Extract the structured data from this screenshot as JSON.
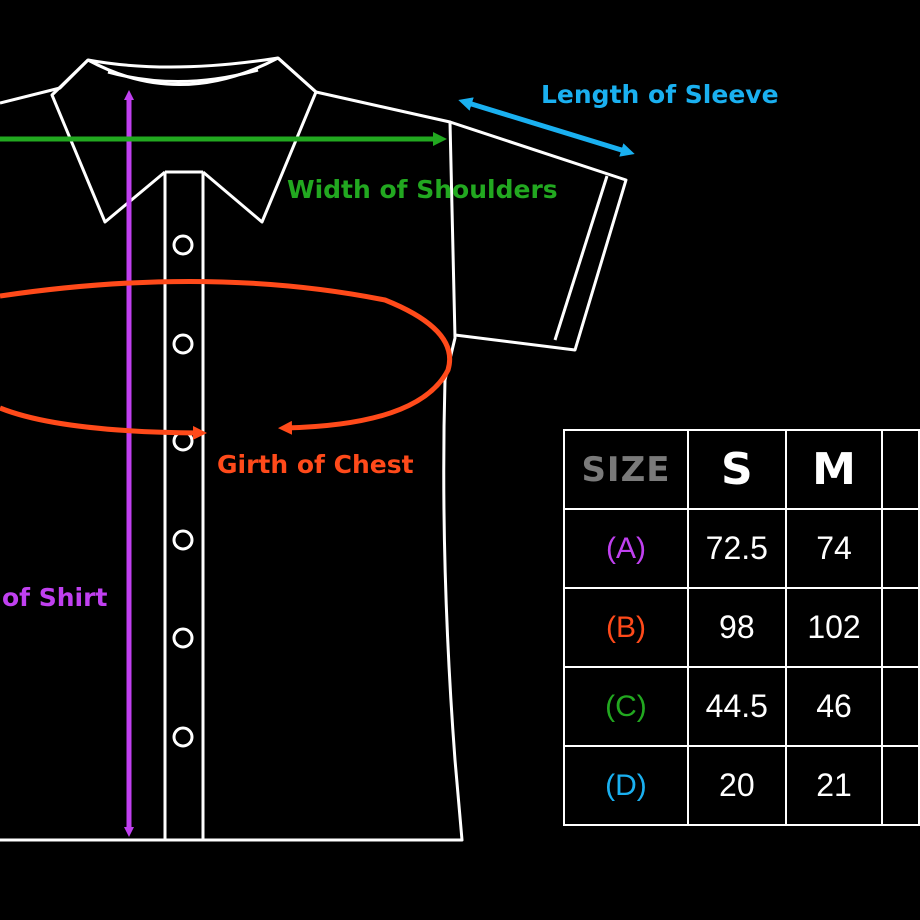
{
  "labels": {
    "length_of_sleeve": "Length of Sleeve",
    "width_of_shoulders": "Width of Shoulders",
    "girth_of_chest": "Girth of Chest",
    "length_of_shirt": "of Shirt"
  },
  "table": {
    "headers": [
      "SIZE",
      "S",
      "M",
      ""
    ],
    "rows": [
      {
        "key": "(A)",
        "values": [
          "72.5",
          "74",
          ""
        ]
      },
      {
        "key": "(B)",
        "values": [
          "98",
          "102",
          ""
        ]
      },
      {
        "key": "(C)",
        "values": [
          "44.5",
          "46",
          ""
        ]
      },
      {
        "key": "(D)",
        "values": [
          "20",
          "21",
          ""
        ]
      }
    ]
  },
  "colors": {
    "background": "#000000",
    "outline": "#ffffff",
    "A": "#c040f0",
    "B": "#ff4a1a",
    "C": "#22a820",
    "D": "#1ab0f0",
    "size_header": "#7a7a7a"
  }
}
